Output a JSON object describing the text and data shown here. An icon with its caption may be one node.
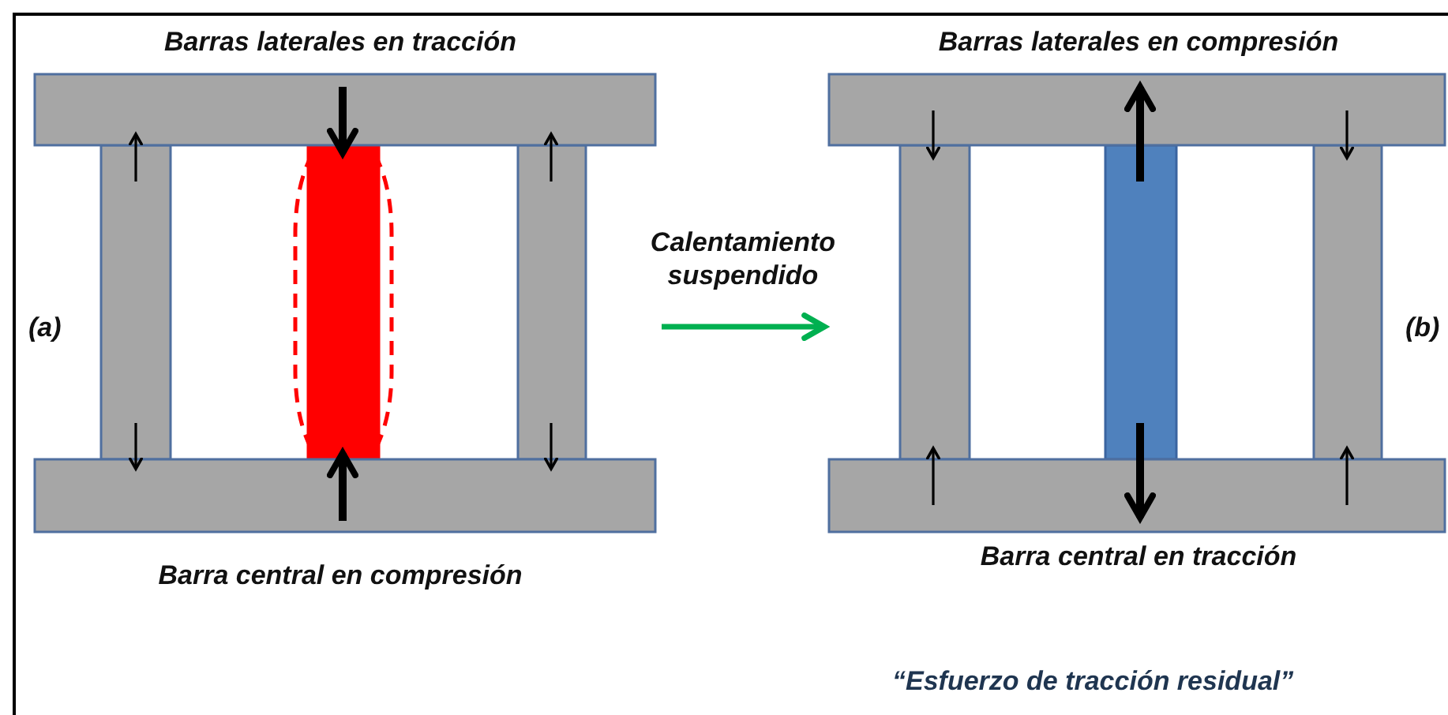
{
  "diagram": {
    "nodes": [
      {
        "text": [
          "Barras laterales en tracción",
          "(a)",
          "Barra central en compresión"
        ]
      },
      {
        "text": [
          "Barras laterales en compresión",
          "(b)",
          "Barra central en tracción"
        ]
      }
    ],
    "edges": [
      {
        "from": 0,
        "to": 1,
        "arrow": "to",
        "label": "Calentamiento suspendido",
        "color": "#00b050"
      }
    ],
    "labels": [
      "“Esfuerzo de tracción residual”"
    ]
  }
}
